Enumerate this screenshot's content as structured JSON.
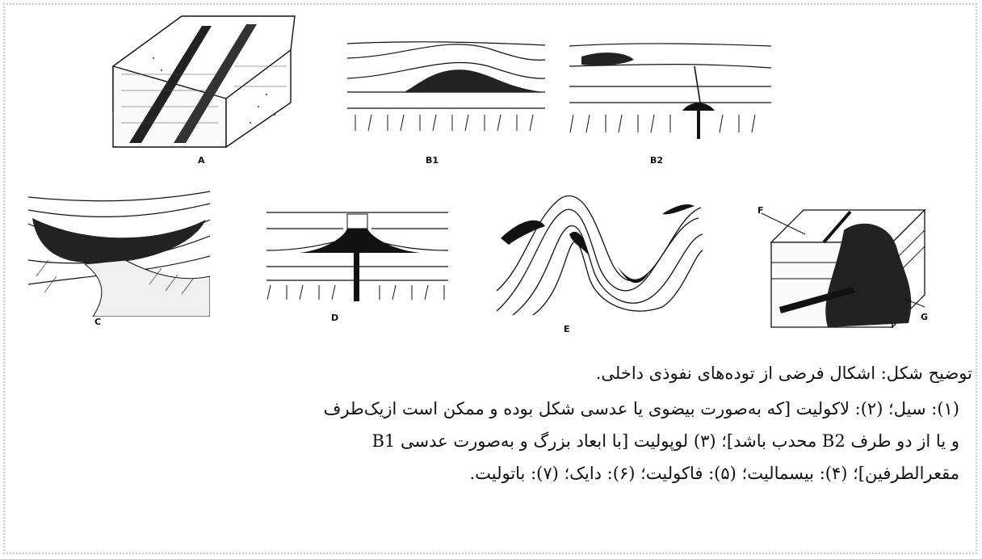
{
  "figure": {
    "labels": {
      "a": "A",
      "b1": "B1",
      "b2": "B2",
      "c": "C",
      "d": "D",
      "e": "E",
      "f": "F",
      "g": "G"
    }
  },
  "caption": {
    "title": "توضیح شکل: اشکال فرضی از توده‌های نفوذی داخلی.",
    "lines": [
      "(۱): سیل؛ (۲): لاکولیت [که به‌صورت بیضوی یا عدسی شکل بوده و ممکن است ازیک‌طرف",
      "و یا از دو طرف B2 محدب باشد]؛ (۳) لوپولیت [با ابعاد بزرگ و به‌صورت عدسی B1",
      "مقعرالطرفین]؛ (۴): بیسمالیت؛ (۵): فاکولیت؛ (۶): دایک؛ (۷): باتولیت."
    ]
  }
}
